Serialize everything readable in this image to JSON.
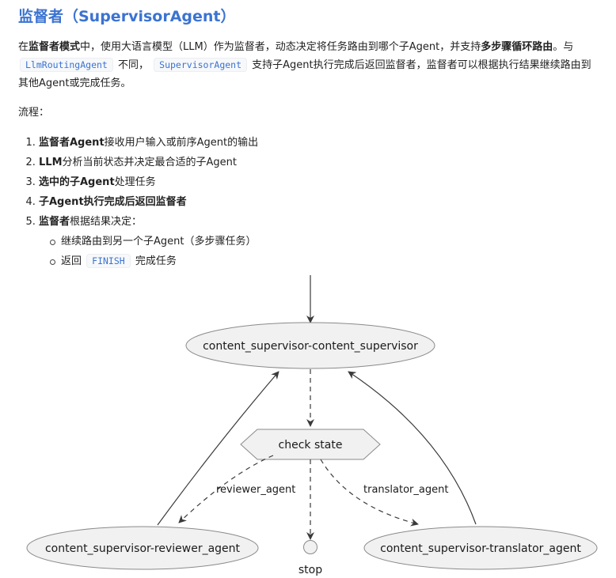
{
  "heading": "监督者（SupervisorAgent）",
  "intro": {
    "t1": "在",
    "b1": "监督者模式",
    "t2": "中，使用大语言模型（LLM）作为监督者，动态决定将任务路由到哪个子Agent，并支持",
    "b2": "多步骤循环路由",
    "t3": "。与",
    "code1": "LlmRoutingAgent",
    "t4": "不同，",
    "code2": "SupervisorAgent",
    "t5": "支持子Agent执行完成后返回监督者，监督者可以根据执行结果继续路由到其他Agent或完成任务。"
  },
  "flow_label": "流程：",
  "steps": [
    {
      "bold": "监督者Agent",
      "rest": "接收用户输入或前序Agent的输出"
    },
    {
      "bold": "LLM",
      "rest": "分析当前状态并决定最合适的子Agent"
    },
    {
      "bold": "选中的子Agent",
      "rest": "处理任务"
    },
    {
      "bold": "子Agent执行完成后返回监督者",
      "rest": ""
    },
    {
      "bold": "监督者",
      "rest": "根据结果决定："
    }
  ],
  "substeps": {
    "s1": "继续路由到另一个子Agent（多步骤任务）",
    "s2_pre": "返回",
    "s2_code": "FINISH",
    "s2_post": "完成任务"
  },
  "diagram": {
    "supervisor": "content_supervisor-content_supervisor",
    "check": "check state",
    "reviewer": "content_supervisor-reviewer_agent",
    "translator": "content_supervisor-translator_agent",
    "stop": "stop",
    "edge_reviewer": "reviewer_agent",
    "edge_translator": "translator_agent"
  },
  "colors": {
    "heading": "#3b73d1",
    "node_fill": "#f1f1f1",
    "node_stroke": "#8a8a8a"
  }
}
